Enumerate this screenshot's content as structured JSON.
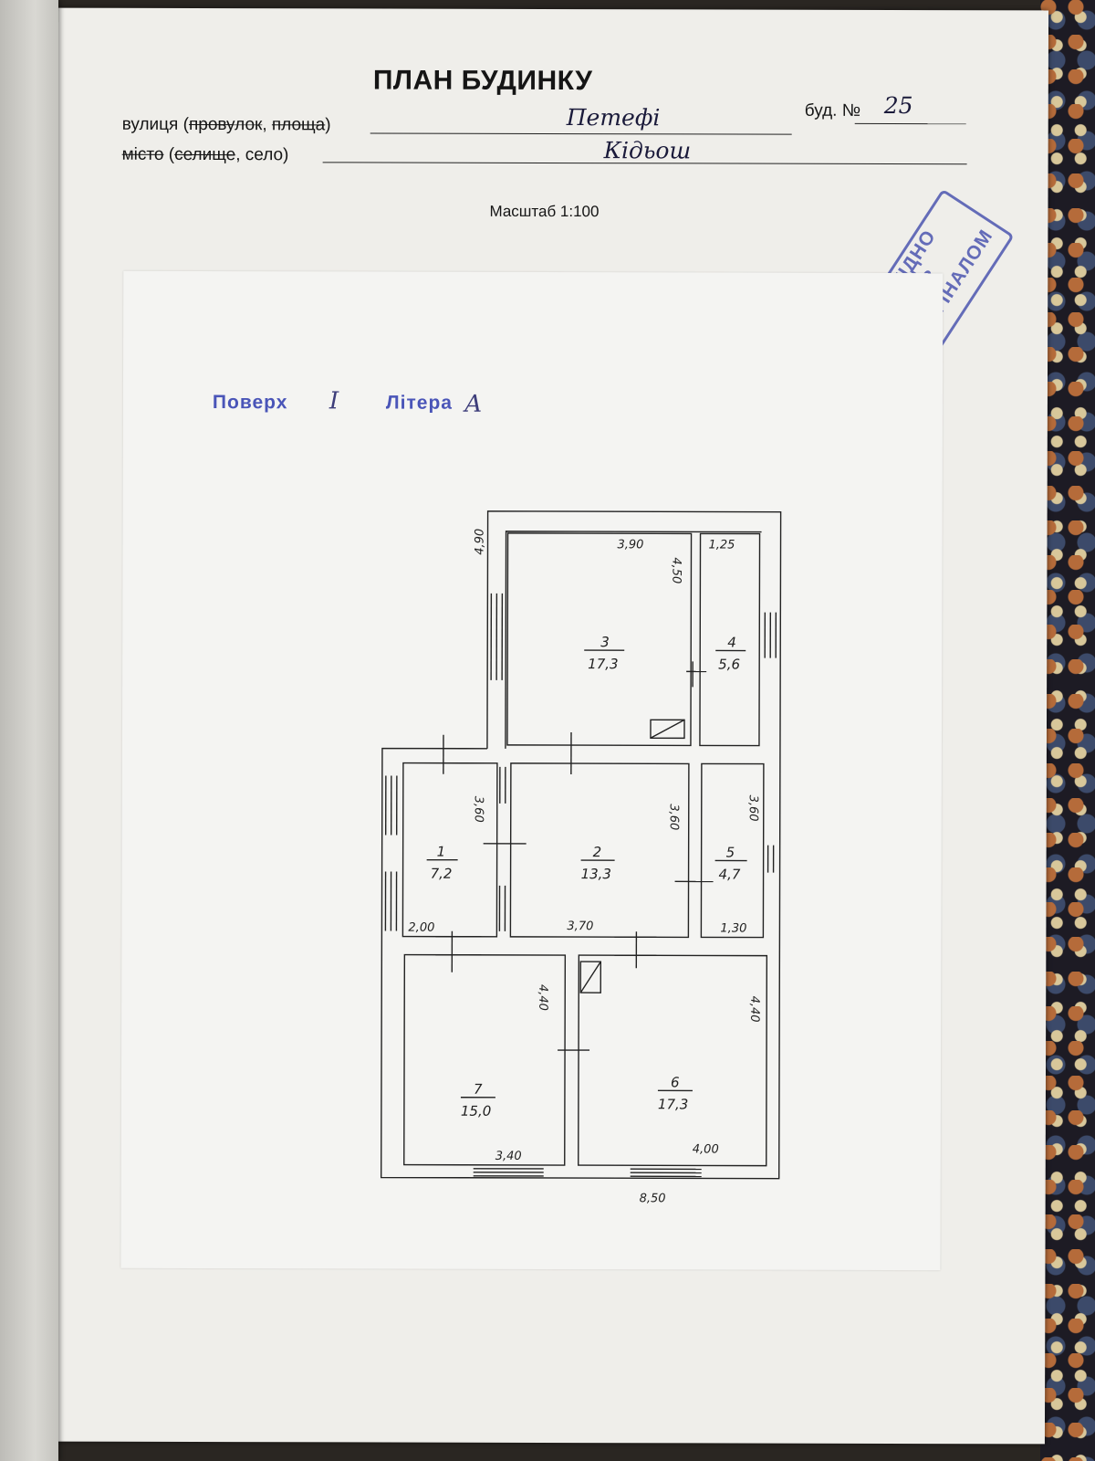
{
  "header": {
    "title": "ПЛАН БУДИНКУ",
    "street_label_a": "вулиця (",
    "street_label_strike": "провулок",
    "street_label_b": ", ",
    "street_label_strike2": "площа",
    "street_label_c": ")",
    "street_value": "Петефі",
    "house_label": "буд. №",
    "house_value": "25",
    "city_label_strike": "місто",
    "city_label_a": " (",
    "city_label_strike2": "селище",
    "city_label_b": ", село)",
    "city_value": "Кідьош",
    "scale": "Масштаб 1:100"
  },
  "stamp": {
    "line1": "ЗГІДНО",
    "line2": "З ОРИГІНАЛОМ",
    "color": "#4c56b0"
  },
  "floor": {
    "label_a": "Поверх",
    "value_a": "I",
    "label_b": "Літера",
    "value_b": "А",
    "color": "#4a55b8"
  },
  "rooms": [
    {
      "num": "1",
      "area": "7,2"
    },
    {
      "num": "2",
      "area": "13,3"
    },
    {
      "num": "3",
      "area": "17,3"
    },
    {
      "num": "4",
      "area": "5,6"
    },
    {
      "num": "5",
      "area": "4,7"
    },
    {
      "num": "6",
      "area": "17,3"
    },
    {
      "num": "7",
      "area": "15,0"
    }
  ],
  "dimensions": {
    "d_490": "4,90",
    "d_390": "3,90",
    "d_450": "4,50",
    "d_125": "1,25",
    "d_360_r1": "3,60",
    "d_360_r2": "3,60",
    "d_360_r5": "3,60",
    "d_200": "2,00",
    "d_370": "3,70",
    "d_130": "1,30",
    "d_440_r7": "4,40",
    "d_440_r6": "4,40",
    "d_340": "3,40",
    "d_400": "4,00",
    "d_850": "8,50"
  }
}
